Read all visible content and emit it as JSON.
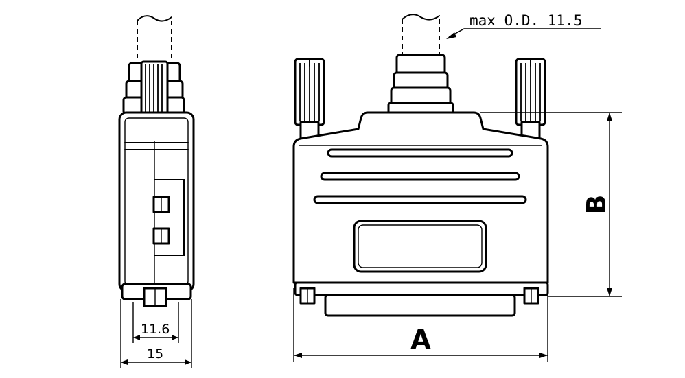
{
  "annotations": {
    "max_od_note": "max O.D. 11.5"
  },
  "dimensions": {
    "inner_width": "11.6",
    "outer_width": "15",
    "width_label": "A",
    "height_label": "B"
  }
}
